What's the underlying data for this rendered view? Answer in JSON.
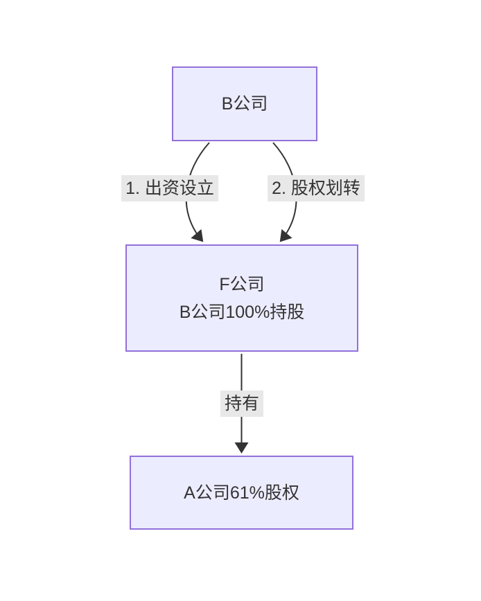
{
  "diagram": {
    "type": "flowchart",
    "direction": "top-down",
    "colors": {
      "background": "#ffffff",
      "node_fill": "#ECECFF",
      "node_border": "#9370DB",
      "edge": "#333333",
      "edge_label_bg": "#e8e8e8",
      "text": "#333333"
    },
    "nodes": {
      "b": {
        "label": "B公司"
      },
      "f": {
        "line1": "F公司",
        "line2": "B公司100%持股"
      },
      "a": {
        "label": "A公司61%股权"
      }
    },
    "edges": [
      {
        "from": "B公司",
        "to": "F公司",
        "label": "1. 出资设立"
      },
      {
        "from": "B公司",
        "to": "F公司",
        "label": "2. 股权划转"
      },
      {
        "from": "F公司",
        "to": "A公司61%股权",
        "label": "持有"
      }
    ]
  }
}
